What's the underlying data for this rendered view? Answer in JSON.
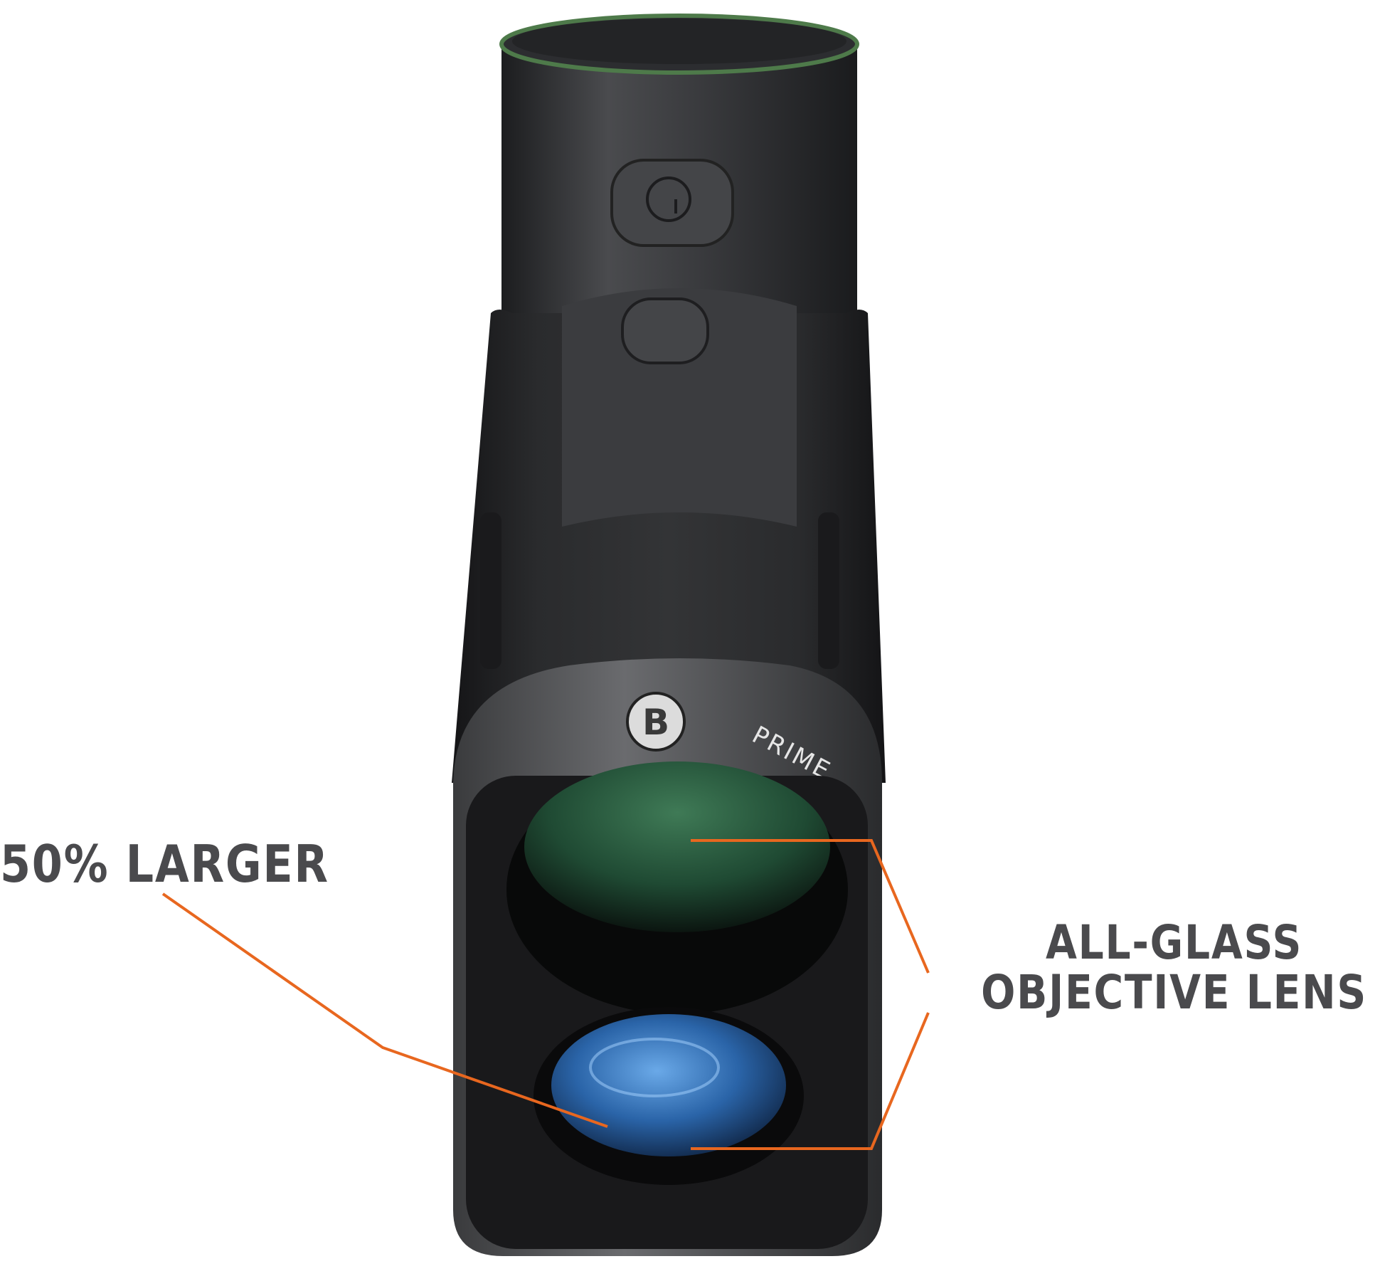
{
  "product": {
    "brand_logo": "B",
    "model_label": "PRIME"
  },
  "callouts": {
    "larger": "50% LARGER",
    "glass_line1": "ALL-GLASS",
    "glass_line2": "OBJECTIVE LENS"
  },
  "colors": {
    "callout_line": "#e8671f",
    "callout_text": "#4a4a4d",
    "body": "#2b2c2e"
  }
}
